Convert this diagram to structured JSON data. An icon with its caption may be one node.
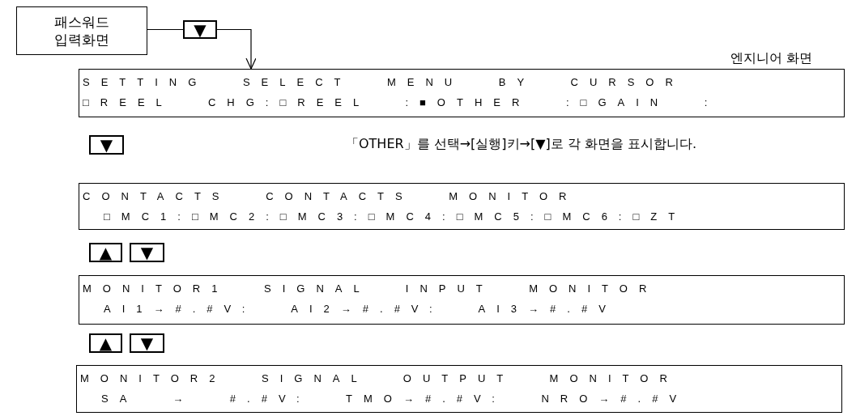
{
  "diagram": {
    "nodes": [
      {
        "text": [
          "패스워드 입력화면"
        ]
      },
      {
        "text": [
          "▼"
        ]
      },
      {
        "text": [
          "SETTING SELECT MENU BY CURSOR",
          "□REEL CHG:□REEL :■OTHER :□GAIN :"
        ],
        "beside": [
          "엔지니어 화면"
        ]
      },
      {
        "text": [
          "▼"
        ]
      },
      {
        "text": [
          "CONTACTS CONTACTS MONITOR",
          "□MC1:□MC2:□MC3:□MC4:□MC5:□MC6:□ZT"
        ]
      },
      {
        "text": [
          "▲"
        ]
      },
      {
        "text": [
          "▼"
        ]
      },
      {
        "text": [
          "MONITOR1 SIGNAL INPUT MONITOR",
          "AI1→#.#V: AI2→#.#V: AI3→#.#V"
        ]
      },
      {
        "text": [
          "▲"
        ]
      },
      {
        "text": [
          "▼"
        ]
      },
      {
        "text": [
          "MONITOR2 SIGNAL OUTPUT MONITOR",
          "SA → #.#V: TMO→#.#V: NRO→#.#V"
        ]
      }
    ],
    "edges": [
      {
        "from": 0,
        "to": 1,
        "arrow": "none"
      },
      {
        "from": 1,
        "to": 2,
        "arrow": "to"
      }
    ],
    "labels": [
      "「OTHER」를 선택→[실행]키→[▼]로 각 화면을 표시합니다."
    ]
  }
}
